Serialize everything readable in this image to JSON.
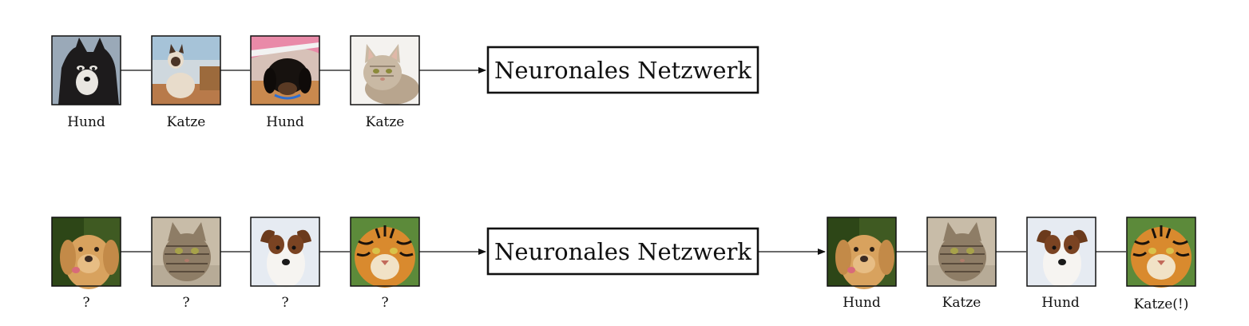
{
  "training_row": {
    "network_label": "Neuronales Netzwerk",
    "images": [
      {
        "icon": "husky-dog-photo",
        "label": "Hund"
      },
      {
        "icon": "siamese-cat-photo",
        "label": "Katze"
      },
      {
        "icon": "dachshund-dog-photo",
        "label": "Hund"
      },
      {
        "icon": "tabby-kitten-photo",
        "label": "Katze"
      }
    ]
  },
  "inference_row": {
    "network_label": "Neuronales Netzwerk",
    "inputs": [
      {
        "icon": "golden-retriever-photo",
        "label": "?"
      },
      {
        "icon": "tabby-cat-photo",
        "label": "?"
      },
      {
        "icon": "jack-russell-dog-photo",
        "label": "?"
      },
      {
        "icon": "tiger-photo",
        "label": "?"
      }
    ],
    "outputs": [
      {
        "icon": "golden-retriever-photo",
        "label": "Hund"
      },
      {
        "icon": "tabby-cat-photo",
        "label": "Katze"
      },
      {
        "icon": "jack-russell-dog-photo",
        "label": "Hund"
      },
      {
        "icon": "tiger-photo",
        "label": "Katze(!)"
      }
    ]
  }
}
